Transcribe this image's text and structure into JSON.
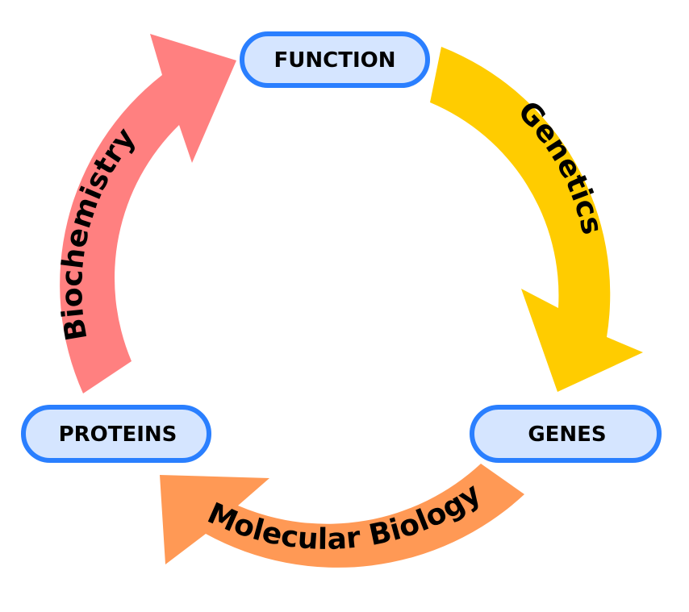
{
  "diagram": {
    "type": "cycle",
    "nodes": [
      {
        "id": "function",
        "label": "FUNCTION"
      },
      {
        "id": "genes",
        "label": "GENES"
      },
      {
        "id": "proteins",
        "label": "PROTEINS"
      }
    ],
    "edges": [
      {
        "id": "genetics",
        "label": "Genetics",
        "from": "function",
        "to": "genes",
        "color": "#ffcc00"
      },
      {
        "id": "molecular-biology",
        "label": "Molecular Biology",
        "from": "genes",
        "to": "proteins",
        "color": "#ff9955"
      },
      {
        "id": "biochemistry",
        "label": "Biochemistry",
        "from": "proteins",
        "to": "function",
        "color": "#ff8080"
      }
    ],
    "colors": {
      "node_fill": "#d5e5ff",
      "node_stroke": "#2a7fff",
      "text": "#000000",
      "background": "#ffffff"
    }
  }
}
